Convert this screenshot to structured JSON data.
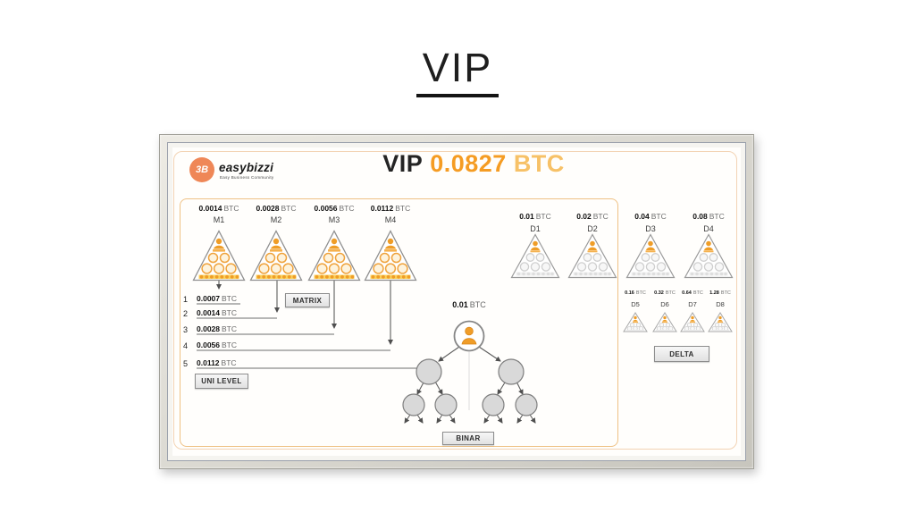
{
  "page": {
    "title": "VIP"
  },
  "slide": {
    "brand": {
      "logo_mark": "3B",
      "name": "easybizzi",
      "tagline": "Easy Business Community"
    },
    "header": {
      "label": "VIP",
      "value": "0.0827",
      "currency": "BTC"
    },
    "matrix": {
      "pyramids": [
        {
          "name": "M1",
          "value": "0.0014",
          "currency": "BTC"
        },
        {
          "name": "M2",
          "value": "0.0028",
          "currency": "BTC"
        },
        {
          "name": "M3",
          "value": "0.0056",
          "currency": "BTC"
        },
        {
          "name": "M4",
          "value": "0.0112",
          "currency": "BTC"
        }
      ],
      "button": "MATRIX",
      "levels": [
        {
          "num": "1",
          "value": "0.0007",
          "currency": "BTC"
        },
        {
          "num": "2",
          "value": "0.0014",
          "currency": "BTC"
        },
        {
          "num": "3",
          "value": "0.0028",
          "currency": "BTC"
        },
        {
          "num": "4",
          "value": "0.0056",
          "currency": "BTC"
        },
        {
          "num": "5",
          "value": "0.0112",
          "currency": "BTC"
        }
      ],
      "uni_level_button": "UNI LEVEL"
    },
    "binar": {
      "value": "0.01",
      "currency": "BTC",
      "button": "BINAR"
    },
    "delta": {
      "pyramids_large": [
        {
          "name": "D1",
          "value": "0.01",
          "currency": "BTC"
        },
        {
          "name": "D2",
          "value": "0.02",
          "currency": "BTC"
        },
        {
          "name": "D3",
          "value": "0.04",
          "currency": "BTC"
        },
        {
          "name": "D4",
          "value": "0.08",
          "currency": "BTC"
        }
      ],
      "pyramids_small": [
        {
          "name": "D5",
          "value": "0.16",
          "currency": "BTC"
        },
        {
          "name": "D6",
          "value": "0.32",
          "currency": "BTC"
        },
        {
          "name": "D7",
          "value": "0.64",
          "currency": "BTC"
        },
        {
          "name": "D8",
          "value": "1.28",
          "currency": "BTC"
        }
      ],
      "button": "DELTA"
    },
    "colors": {
      "accent_orange": "#f59c23",
      "light_orange": "#f7c167",
      "logo_orange": "#ef8757",
      "panel_border": "#efc184",
      "outer_border": "#f3d3b4",
      "person_orange": "#ef9d27",
      "band_yellow": "#fcd25c"
    }
  }
}
